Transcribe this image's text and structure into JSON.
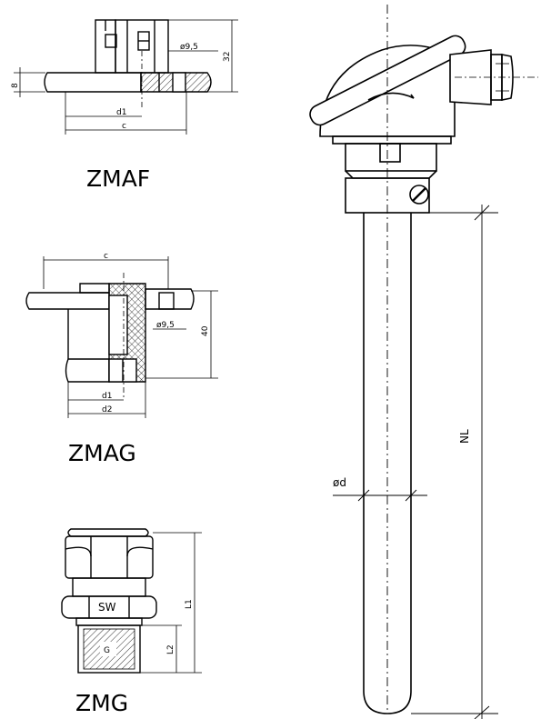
{
  "labels": {
    "zmaf": "ZMAF",
    "zmag": "ZMAG",
    "zmg": "ZMG"
  },
  "dimensions": {
    "zmaf_hole": "ø9,5",
    "zmaf_height": "32",
    "zmaf_thick": "8",
    "zmaf_d1": "d1",
    "zmaf_c": "c",
    "zmag_c": "c",
    "zmag_hole": "ø9,5",
    "zmag_height": "40",
    "zmag_d1": "d1",
    "zmag_d2": "d2",
    "zmg_sw": "SW",
    "zmg_g": "G",
    "zmg_l1": "L1",
    "zmg_l2": "L2",
    "nl": "NL",
    "od": "ød"
  },
  "colors": {
    "ink": "#000000",
    "paper": "#ffffff"
  },
  "icons": [
    "slotted-screw-icon",
    "cable-gland-icon"
  ]
}
